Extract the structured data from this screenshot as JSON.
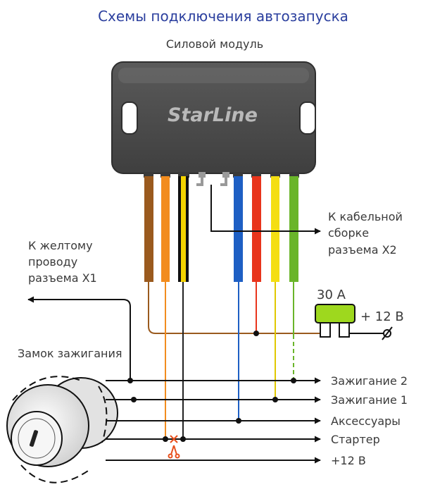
{
  "title": "Схемы подключения автозапуска",
  "module": {
    "label": "Силовой модуль",
    "brand": "StarLine"
  },
  "x2_label": [
    "К кабельной",
    "сборке",
    "разъема X2"
  ],
  "x1_label": [
    "К желтому",
    "проводу",
    "разъема X1"
  ],
  "ignition_lock_label": "Замок зажигания",
  "fuse": {
    "rating": "30 А",
    "supply": "+ 12 В"
  },
  "outputs": [
    "Зажигание 2",
    "Зажигание 1",
    "Аксессуары",
    "Стартер",
    "+12 В"
  ],
  "colors": {
    "title": "#2b3f9e",
    "module_body": "#4a4a4a",
    "wire_brown": "#9a5a1e",
    "wire_orange": "#f28c1e",
    "wire_yellow_black": "#f5d400",
    "wire_blue": "#1e5fc4",
    "wire_red": "#e8341c",
    "wire_yellow": "#f4de12",
    "wire_green": "#6ab52a",
    "fuse": "#9ed81e",
    "cut_mark": "#e8501c"
  },
  "icons": [
    "scissors-icon",
    "ground-symbol-icon",
    "arrow-icon",
    "ignition-key-icon"
  ]
}
